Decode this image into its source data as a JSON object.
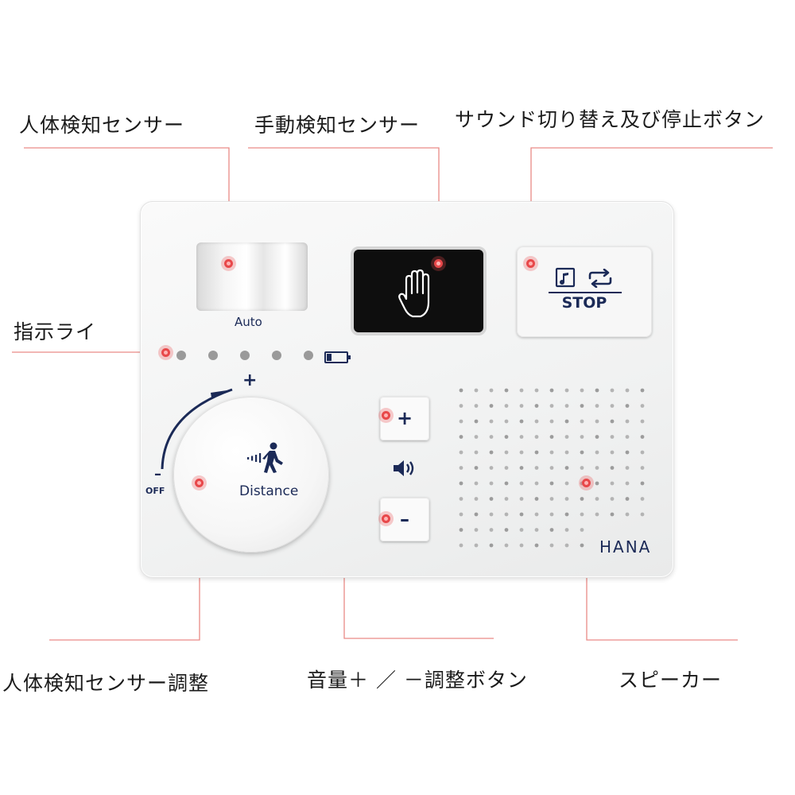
{
  "labels": {
    "human_sensor": "人体検知センサー",
    "hand_sensor": "手動検知センサー",
    "sound_stop_button": "サウンド切り替え及び停止ボタン",
    "indicator": "指示ライ",
    "human_sensor_adjust": "人体検知センサー調整",
    "volume_adjust": "音量＋ ／ －調整ボタン",
    "speaker": "スピーカー"
  },
  "device": {
    "auto_label": "Auto",
    "stop_label": "STOP",
    "distance_label": "Distance",
    "off_label": "OFF",
    "dial_minus": "–",
    "dial_plus": "+",
    "volume_plus": "+",
    "volume_minus": "–",
    "brand": "HANA"
  },
  "colors": {
    "leader": "#e98a86",
    "accent_dot": "#e8484a",
    "device_text": "#1b2a57"
  },
  "icons": [
    "hand-icon",
    "music-note-icon",
    "repeat-icon",
    "walking-person-icon",
    "speaker-volume-icon",
    "battery-icon"
  ]
}
